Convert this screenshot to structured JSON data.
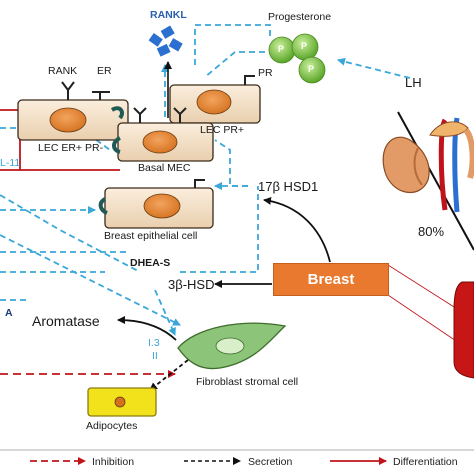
{
  "labels": {
    "rankl": "RANKL",
    "progesterone": "Progesterone",
    "pill_letter": "P",
    "rank": "RANK",
    "er": "ER",
    "pr": "PR",
    "lec_er_pr_minus": "LEC ER+ PR-",
    "lec_pr_plus": "LEC PR+",
    "basal_mec": "Basal MEC",
    "il11": "L-11",
    "lh": "LH",
    "hsd17": "17β HSD1",
    "breast_epithelial": "Breast epithelial cell",
    "dhea_s": "DHEA-S",
    "percent": "80%",
    "hsd3": "3β-HSD",
    "breast": "Breast",
    "a_fragment": "A",
    "aromatase": "Aromatase",
    "promoter_1": "I.3",
    "promoter_2": "II",
    "fibroblast": "Fibroblast stromal cell",
    "adipocytes": "Adipocytes"
  },
  "legend": {
    "inhibition": "Inhibition",
    "secretion": "Secretion",
    "differentiation": "Differentiation"
  },
  "colors": {
    "cell_fill": "#f4e0c8",
    "nucleus": "#e8883a",
    "blue_dashed": "#3aa7d9",
    "red_line": "#c0141a",
    "breast_box": "#e8792e",
    "pill_green": "#7cc242",
    "rankl_blue": "#2b6fd0",
    "fibroblast": "#8cc47a",
    "adipocyte": "#f2e21c"
  }
}
